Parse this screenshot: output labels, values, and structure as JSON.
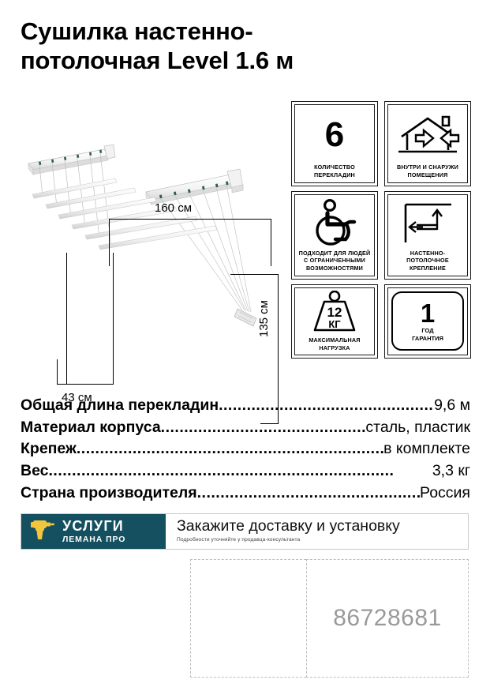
{
  "page": {
    "title_line_1": "Сушилка настенно-",
    "title_line_2": "потолочная Level 1.6 м"
  },
  "figure": {
    "dim_width_label": "160 см",
    "dim_depth_label": "43 см",
    "dim_height_label": "135 см",
    "alt": "Белая настенно-потолочная сушилка для белья с шестью перекладинами"
  },
  "icons": [
    {
      "name": "bar-count",
      "value": "6",
      "caption": "КОЛИЧЕСТВО\nПЕРЕКЛАДИН",
      "art": "number"
    },
    {
      "name": "indoor-outdoor",
      "value": "",
      "caption": "ВНУТРИ И СНАРУЖИ\nПОМЕЩЕНИЯ",
      "art": "house-arrows-icon"
    },
    {
      "name": "accessible",
      "value": "",
      "caption": "ПОДХОДИТ ДЛЯ ЛЮДЕЙ\nС ОГРАНИЧЕННЫМИ\nВОЗМОЖНОСТЯМИ",
      "art": "wheelchair-icon"
    },
    {
      "name": "mounting-type",
      "value": "",
      "caption": "НАСТЕННО-\nПОТОЛОЧНОЕ\nКРЕПЛЕНИЕ",
      "art": "wall-ceiling-mount-icon"
    },
    {
      "name": "max-load",
      "value": "12",
      "unit": "КГ",
      "caption": "МАКСИМАЛЬНАЯ\nНАГРУЗКА",
      "art": "weight-icon"
    },
    {
      "name": "warranty",
      "value": "1",
      "caption": "ГОД\nГАРАНТИЯ",
      "art": "warranty-plate"
    }
  ],
  "specs": [
    {
      "label": "Общая длина перекладин",
      "value": "9,6 м"
    },
    {
      "label": "Материал корпуса",
      "value": "сталь, пластик"
    },
    {
      "label": "Крепеж",
      "value": "в комплекте"
    },
    {
      "label": "Вес",
      "value": "3,3 кг"
    },
    {
      "label": "Страна производителя",
      "value": "Россия"
    }
  ],
  "banner": {
    "brand_line_1": "УСЛУГИ",
    "brand_line_2": "ЛЕМАНА ПРО",
    "headline": "Закажите доставку и установку",
    "subtext": "Подробности уточняйте у продавца-консультанта",
    "background_color": "#14505f",
    "icon_color": "#f2c53d",
    "icon_name": "drill-icon"
  },
  "placeholders": {
    "left_box": "",
    "right_box": "86728681"
  }
}
